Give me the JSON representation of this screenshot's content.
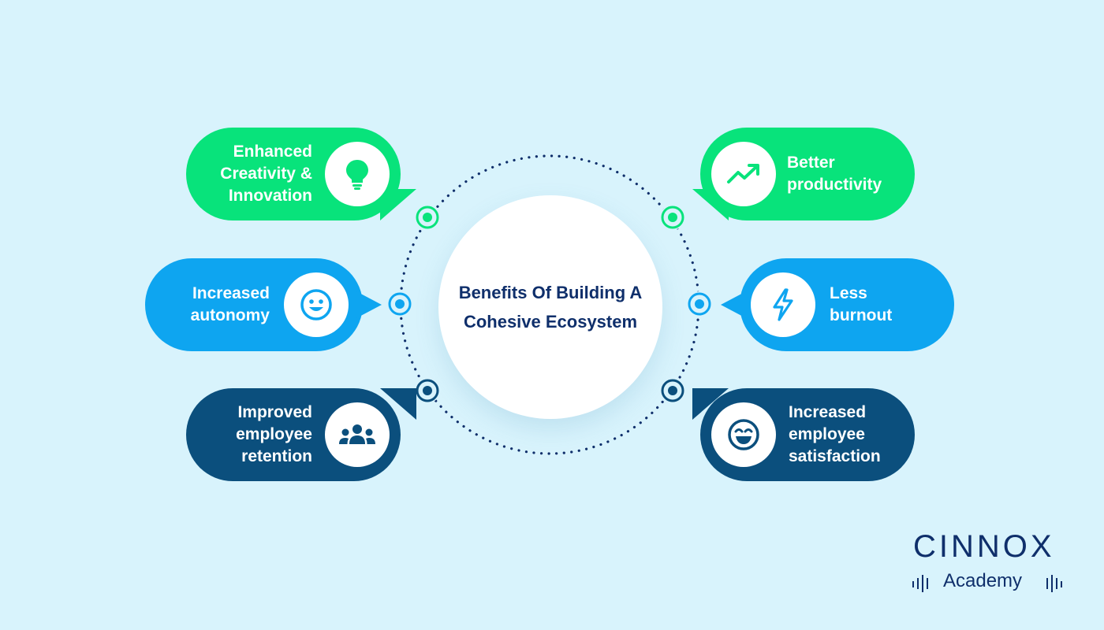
{
  "center": {
    "title": "Benefits Of Building A Cohesive Ecosystem"
  },
  "colors": {
    "background": "#d8f3fc",
    "green": "#08e37b",
    "blue": "#0ea5f0",
    "navy": "#0b4f7d",
    "center_text": "#0f2f6b",
    "dots": "#0f2f6b"
  },
  "benefits": [
    {
      "label": "Enhanced Creativity & Innovation",
      "icon": "lightbulb-icon",
      "color": "#08e37b"
    },
    {
      "label": "Increased autonomy",
      "icon": "smiley-icon",
      "color": "#0ea5f0"
    },
    {
      "label": "Improved employee retention",
      "icon": "team-icon",
      "color": "#0b4f7d"
    },
    {
      "label": "Better productivity",
      "icon": "trending-up-icon",
      "color": "#08e37b"
    },
    {
      "label": "Less burnout",
      "icon": "lightning-icon",
      "color": "#0ea5f0"
    },
    {
      "label": "Increased employee satisfaction",
      "icon": "grin-icon",
      "color": "#0b4f7d"
    }
  ],
  "logo": {
    "name": "CINNOX",
    "subtitle": "Academy"
  }
}
